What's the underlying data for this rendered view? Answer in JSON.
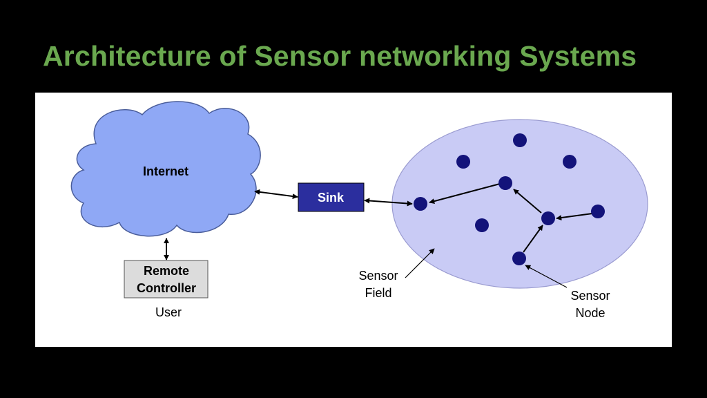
{
  "slide": {
    "title": "Architecture of Sensor networking Systems"
  },
  "colors": {
    "background": "#000000",
    "title": "#6aa84f",
    "panel": "#ffffff",
    "cloud_fill": "#8fa8f5",
    "cloud_stroke": "#4a5d9a",
    "sensor_field_fill": "#c9cbf5",
    "sensor_field_stroke": "#9a9bd0",
    "sink_fill": "#2b2e9e",
    "node_fill": "#13137a",
    "controller_fill": "#dcdcdc",
    "arrow": "#000000"
  },
  "diagram": {
    "internet_label": "Internet",
    "sink_label": "Sink",
    "remote_controller_line1": "Remote",
    "remote_controller_line2": "Controller",
    "user_label": "User",
    "sensor_field_line1": "Sensor",
    "sensor_field_line2": "Field",
    "sensor_node_line1": "Sensor",
    "sensor_node_line2": "Node"
  }
}
